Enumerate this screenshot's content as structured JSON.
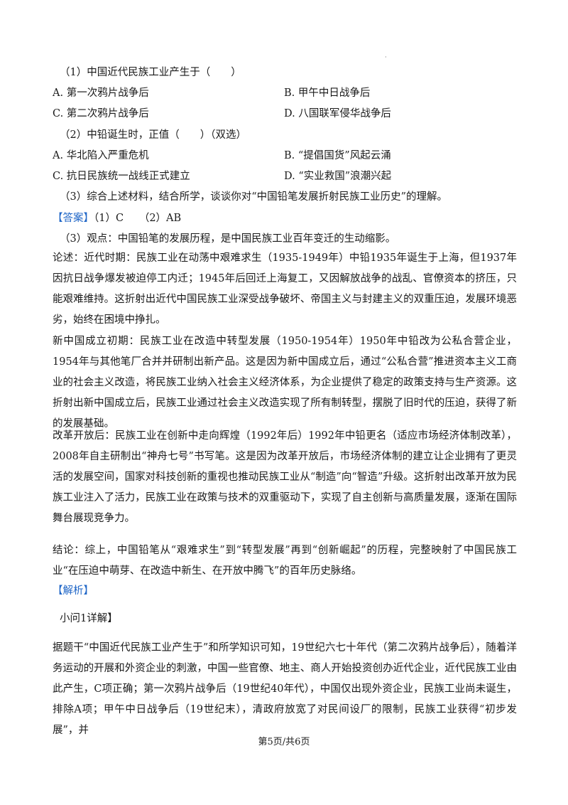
{
  "q1": {
    "stem": "（1）中国近代民族工业产生于（　　）",
    "options": [
      "A. 第一次鸦片战争后",
      "B. 甲午中日战争后",
      "C. 第二次鸦片战争后",
      "D. 八国联军侵华战争后"
    ]
  },
  "q2": {
    "stem": "（2）中铅诞生时，正值（　　）（双选）",
    "options": [
      "A. 华北陷入严重危机",
      "B. “提倡国货”风起云涌",
      "C. 抗日民族统一战线正式建立",
      "D. “实业救国”浪潮兴起"
    ]
  },
  "q3": {
    "stem": "（3）综合上述材料，结合所学，谈谈你对“中国铅笔发展折射民族工业历史”的理解。"
  },
  "answer": {
    "tag": "【答案】",
    "text": "（1）C　　（2）AB",
    "point": "（3）观点：中国铅笔的发展历程，是中国民族工业百年变迁的生动缩影。",
    "para1": "论述：近代时期：民族工业在动荡中艰难求生（1935-1949年）中铅1935年诞生于上海，但1937年因抗日战争爆发被迫停工内迁；1945年后回迁上海复工，又因解放战争的战乱、官僚资本的挤压，只能艰难维持。这折射出近代中国民族工业深受战争破坏、帝国主义与封建主义的双重压迫，发展环境恶劣，始终在困境中挣扎。",
    "para2": "新中国成立初期：民族工业在改造中转型发展（1950-1954年）1950年中铅改为公私合营企业，1954年与其他笔厂合并并研制出新产品。这是因为新中国成立后，通过“公私合营”推进资本主义工商业的社会主义改造，将民族工业纳入社会主义经济体系，为企业提供了稳定的政策支持与生产资源。这折射出新中国成立后，民族工业通过社会主义改造实现了所有制转型，摆脱了旧时代的压迫，获得了新的发展基础。",
    "para3": "改革开放后：民族工业在创新中走向辉煌（1992年后）1992年中铅更名（适应市场经济体制改革），2008年自主研制出“神舟七号”书写笔。这是因为改革开放后，市场经济体制的建立让企业拥有了更灵活的发展空间，国家对科技创新的重视也推动民族工业从“制造”向“智造”升级。这折射出改革开放为民族工业注入了活力，民族工业在政策与技术的双重驱动下，实现了自主创新与高质量发展，逐渐在国际舞台展现竞争力。",
    "para4": "结论：综上，中国铅笔从“艰难求生”到“转型发展”再到“创新崛起”的历程，完整映射了中国民族工业“在压迫中萌芽、在改造中新生、在开放中腾飞”的百年历史脉络。"
  },
  "analysis": {
    "tag": "【解析】",
    "sub": "小问1详解】",
    "text": "据题干“中国近代民族工业产生于”和所学知识可知，19世纪六七十年代（第二次鸦片战争后），随着洋务运动的开展和外资企业的刺激，中国一些官僚、地主、商人开始投资创办近代企业，近代民族工业由此产生，C项正确；第一次鸦片战争后（19世纪40年代），中国仅出现外资企业，民族工业尚未诞生，排除A项；甲午中日战争后（19世纪末），清政府放宽了对民间设厂的限制，民族工业获得“初步发展”，并"
  },
  "footer": "第5页/共6页"
}
